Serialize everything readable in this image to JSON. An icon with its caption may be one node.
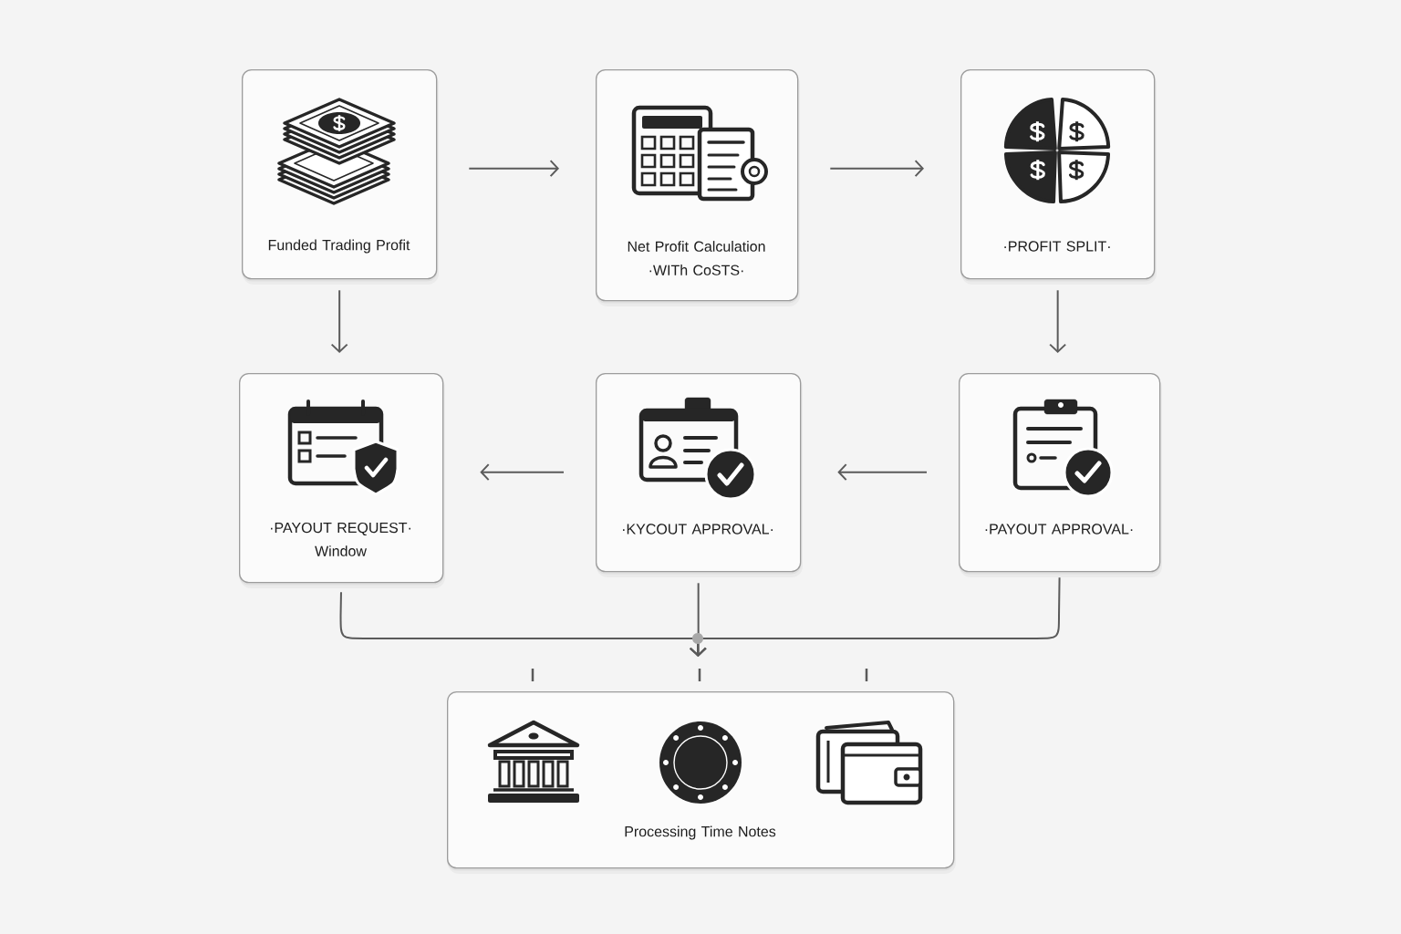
{
  "diagram": {
    "nodes": [
      {
        "text": [
          "Funded Trading Profit"
        ]
      },
      {
        "text": [
          "Net Profit Calculation",
          "·WITh CoSTS·"
        ]
      },
      {
        "text": [
          "·PROFIT SPLIT·"
        ]
      },
      {
        "text": [
          "·PAYOUT REQUEST·",
          "Window"
        ]
      },
      {
        "text": [
          "·KYCOUT APPROVAL·"
        ]
      },
      {
        "text": [
          "·PAYOUT APPROVAL·"
        ]
      },
      {
        "text": [
          "Processing Time Notes"
        ]
      }
    ],
    "edges": [
      {
        "from": 0,
        "to": 1,
        "arrow": "to"
      },
      {
        "from": 1,
        "to": 2,
        "arrow": "to"
      },
      {
        "from": 0,
        "to": 3,
        "arrow": "to"
      },
      {
        "from": 2,
        "to": 5,
        "arrow": "to"
      },
      {
        "from": 5,
        "to": 4,
        "arrow": "to"
      },
      {
        "from": 4,
        "to": 3,
        "arrow": "to"
      },
      {
        "from": 3,
        "to": 6,
        "arrow": "to"
      },
      {
        "from": 4,
        "to": 6,
        "arrow": "to"
      },
      {
        "from": 5,
        "to": 6,
        "arrow": "to"
      }
    ]
  }
}
